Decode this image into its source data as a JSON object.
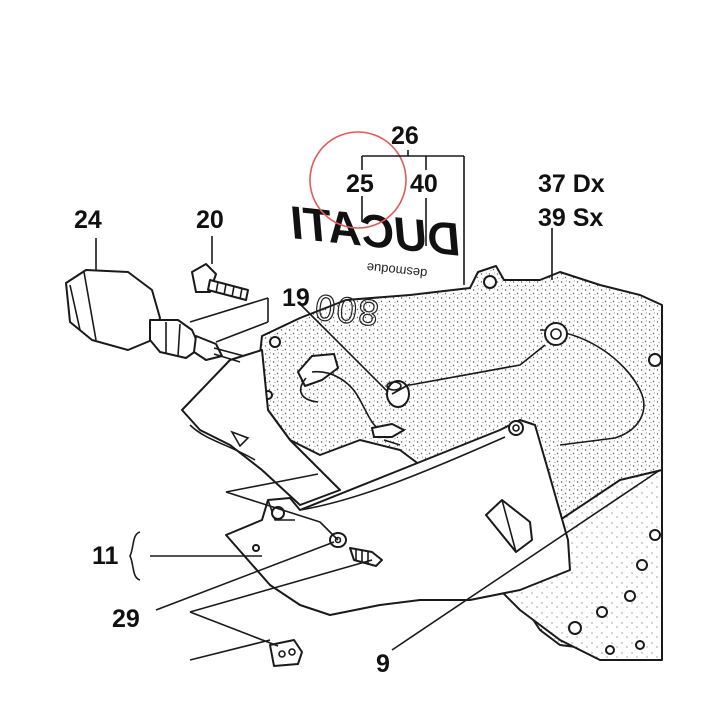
{
  "diagram": {
    "callouts": {
      "c24": "24",
      "c20": "20",
      "c19": "19",
      "c26": "26",
      "c25": "25",
      "c40": "40",
      "c37": "37 Dx",
      "c39": "39 Sx",
      "c11": "11",
      "c29": "29",
      "c9": "9"
    },
    "decal": {
      "brand": "DUCATI",
      "sub": "desmodue",
      "model": "800"
    },
    "colors": {
      "ink": "#1a1a1a",
      "highlight": "#e25a5a",
      "background": "#ffffff"
    }
  }
}
